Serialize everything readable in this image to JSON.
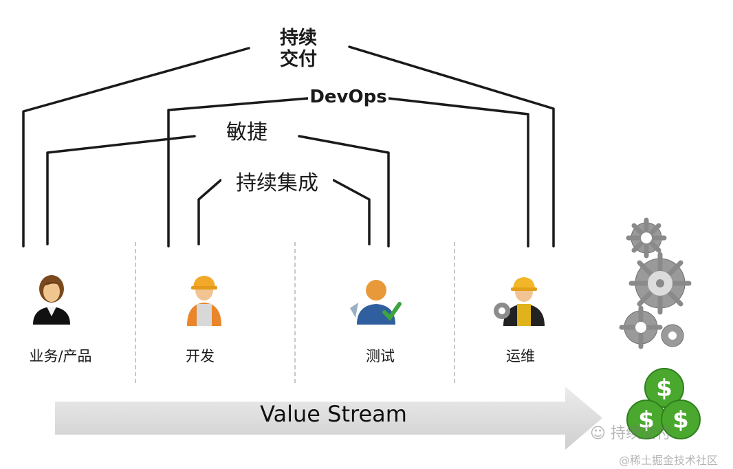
{
  "labels": {
    "continuous_delivery_line1": "持续",
    "continuous_delivery_line2": "交付",
    "devops": "DevOps",
    "agile": "敏捷",
    "continuous_integration": "持续集成"
  },
  "roles": [
    {
      "key": "business",
      "label": "业务/产品",
      "icon": "businesswoman-icon"
    },
    {
      "key": "dev",
      "label": "开发",
      "icon": "developer-hardhat-icon"
    },
    {
      "key": "test",
      "label": "测试",
      "icon": "tester-checkmark-icon"
    },
    {
      "key": "ops",
      "label": "运维",
      "icon": "operations-engineer-gear-icon"
    }
  ],
  "value_stream": {
    "label": "Value Stream",
    "arrow_icon": "arrow-right-icon"
  },
  "outcome": {
    "gears_icon": "gears-icon",
    "money_icon": "dollar-coins-icon"
  },
  "watermarks": {
    "wechat": "持续交付",
    "site": "@稀土掘金技术社区"
  },
  "colors": {
    "line": "#1a1a1a",
    "arrow": "#dcdcdc",
    "coin": "#4aa82e",
    "gear": "#9a9a9a"
  }
}
